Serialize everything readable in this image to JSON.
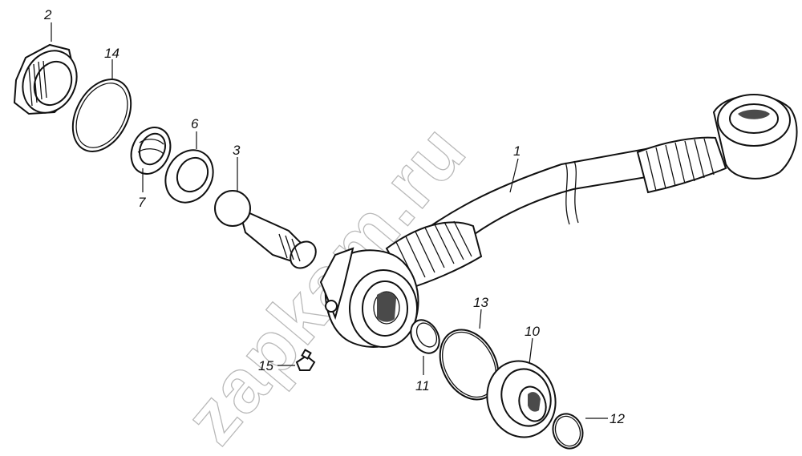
{
  "watermark": {
    "text": "zapkam.ru"
  },
  "callouts": [
    {
      "id": "2",
      "text": "2"
    },
    {
      "id": "14",
      "text": "14"
    },
    {
      "id": "6",
      "text": "6"
    },
    {
      "id": "3",
      "text": "3"
    },
    {
      "id": "7",
      "text": "7"
    },
    {
      "id": "1",
      "text": "1"
    },
    {
      "id": "13",
      "text": "13"
    },
    {
      "id": "10",
      "text": "10"
    },
    {
      "id": "11",
      "text": "11"
    },
    {
      "id": "12",
      "text": "12"
    },
    {
      "id": "15",
      "text": "15"
    }
  ]
}
